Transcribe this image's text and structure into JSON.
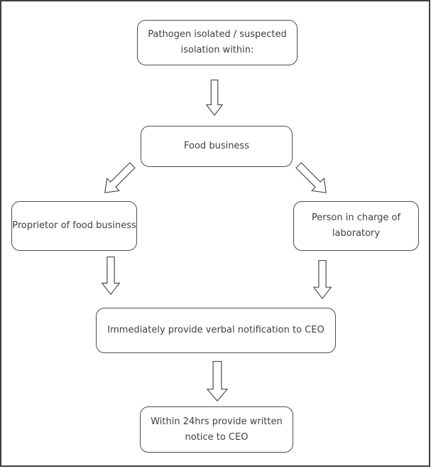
{
  "diagram": {
    "type": "flowchart",
    "nodes": {
      "pathogen": "Pathogen isolated / suspected isolation within:",
      "food_business": "Food business",
      "proprietor": "Proprietor of food business",
      "lab_person": "Person in charge of laboratory",
      "verbal_notice": "Immediately provide verbal notification to CEO",
      "written_notice": "Within 24hrs provide written notice to CEO"
    },
    "edges": [
      {
        "from": "pathogen",
        "to": "food_business",
        "arrow": "down"
      },
      {
        "from": "food_business",
        "to": "proprietor",
        "arrow": "down-left"
      },
      {
        "from": "food_business",
        "to": "lab_person",
        "arrow": "down-right"
      },
      {
        "from": "proprietor",
        "to": "verbal_notice",
        "arrow": "down"
      },
      {
        "from": "lab_person",
        "to": "verbal_notice",
        "arrow": "down"
      },
      {
        "from": "verbal_notice",
        "to": "written_notice",
        "arrow": "down"
      }
    ],
    "colors": {
      "line": "#4d4d4d",
      "text": "#3f3f3f",
      "background": "#ffffff"
    }
  }
}
